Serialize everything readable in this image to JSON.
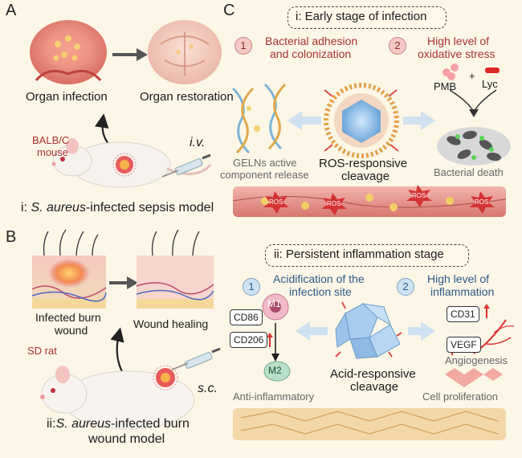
{
  "panel_a": {
    "letter": "A",
    "organ_infection": "Organ infection",
    "organ_restoration": "Organ restoration",
    "mouse_line1": "BALB/C",
    "mouse_line2": "mouse",
    "route": "i.v.",
    "caption_prefix": "i: ",
    "caption_species": "S. aureus",
    "caption_suffix": "-infected sepsis model"
  },
  "panel_b": {
    "letter": "B",
    "infected_line1": "Infected burn",
    "infected_line2": "wound",
    "wound_healing": "Wound healing",
    "rat": "SD rat",
    "route": "s.c.",
    "caption_prefix": "ii:",
    "caption_species": "S. aureus",
    "caption_suffix": "-infected burn",
    "caption_line2": "wound model"
  },
  "panel_c": {
    "letter": "C",
    "stage1": {
      "title": "i: Early stage of infection",
      "item1_num": "1",
      "item1_line1": "Bacterial adhesion",
      "item1_line2": "and colonization",
      "item2_num": "2",
      "item2_line1": "High level of",
      "item2_line2": "oxidative stress",
      "pmb": "PMB",
      "plus": "+",
      "lyc": "Lyc",
      "release_line1": "GELNs active",
      "release_line2": "component release",
      "cleavage_line1": "ROS-responsive",
      "cleavage_line2": "cleavage",
      "death": "Bacterial death",
      "ros_label": "ROS"
    },
    "stage2": {
      "title": "ii: Persistent inflammation stage",
      "item1_num": "1",
      "item1_line1": "Acidification of the",
      "item1_line2": "infection site",
      "item2_num": "2",
      "item2_line1": "High level of",
      "item2_line2": "inflammation",
      "m1": "M1",
      "m2": "M2",
      "cd86": "CD86",
      "cd206": "CD206",
      "cd31": "CD31",
      "vegf": "VEGF",
      "anti_inflammatory": "Anti-inflammatory",
      "cleavage_line1": "Acid-responsive",
      "cleavage_line2": "cleavage",
      "angiogenesis": "Angiogenesis",
      "proliferation": "Cell proliferation"
    }
  },
  "colors": {
    "background": "#fbf6e6",
    "accent_red": "#a83232",
    "accent_blue": "#2c5a8a",
    "tissue_pink": "#e8a09a"
  }
}
